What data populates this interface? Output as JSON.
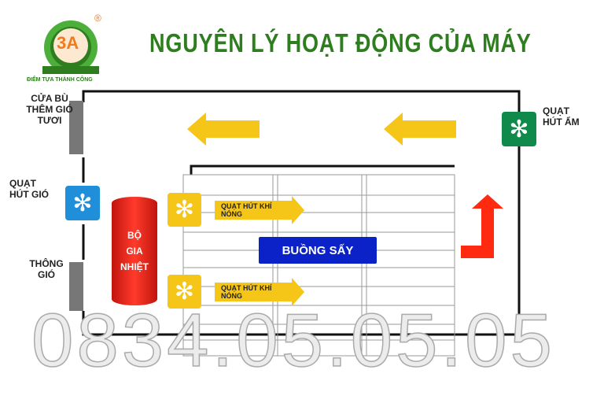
{
  "logo": {
    "text": "3A",
    "slogan": "ĐIỂM TỰA THÀNH CÔNG",
    "registered": "®"
  },
  "title": "NGUYÊN LÝ HOẠT ĐỘNG CỦA MÁY",
  "labels": {
    "fresh_air_vent": "CỬA BÙ THÊM GIÓ TƯƠI",
    "intake_fan": "QUẠT HÚT GIÓ",
    "ventilation": "THÔNG GIÓ",
    "humidity_fan": "QUẠT HÚT ẨM",
    "heater": "BỘ GIA NHIỆT",
    "hot_air_fan_1": "QUẠT HÚT KHÍ NÓNG",
    "hot_air_fan_2": "QUẠT HÚT KHÍ NÓNG",
    "chamber": "BUỒNG SẤY"
  },
  "watermark_phone": "0834.05.05.05",
  "colors": {
    "title": "#2e7d1e",
    "blue_fan": "#1e8fd8",
    "green_fan": "#0f8a4a",
    "yellow": "#f5c518",
    "heater": "#e8231a",
    "chamber": "#0a22c8",
    "red_arrow": "#ff2a10"
  }
}
